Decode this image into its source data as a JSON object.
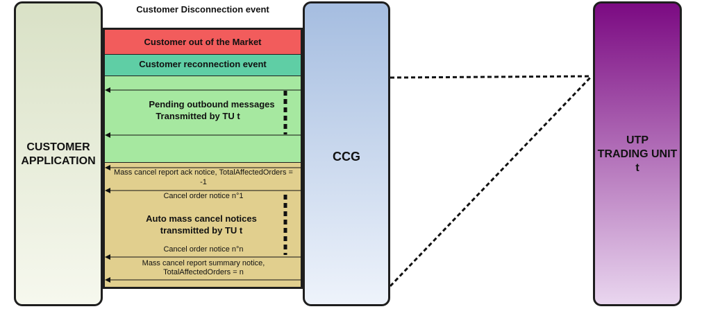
{
  "title": "Customer Disconnection event",
  "columns": {
    "customer": "CUSTOMER\nAPPLICATION",
    "ccg": "CCG",
    "utp": "UTP\nTRADING UNIT\nt"
  },
  "bands": {
    "out_of_market": "Customer out of the Market",
    "reconnection": "Customer reconnection event"
  },
  "pending": {
    "text_line1": "Pending outbound messages",
    "text_line2": "Transmitted by TU t"
  },
  "cancel": {
    "ack_line1": "Mass cancel report ack notice, TotalAffectedOrders =",
    "ack_line2": "-1",
    "notice_first": "Cancel order notice n°1",
    "text_line1": "Auto mass cancel notices",
    "text_line2": "transmitted by TU t",
    "notice_last": "Cancel order  notice n°n",
    "summary_line1": "Mass cancel report summary notice,",
    "summary_line2": "TotalAffectedOrders = n"
  }
}
